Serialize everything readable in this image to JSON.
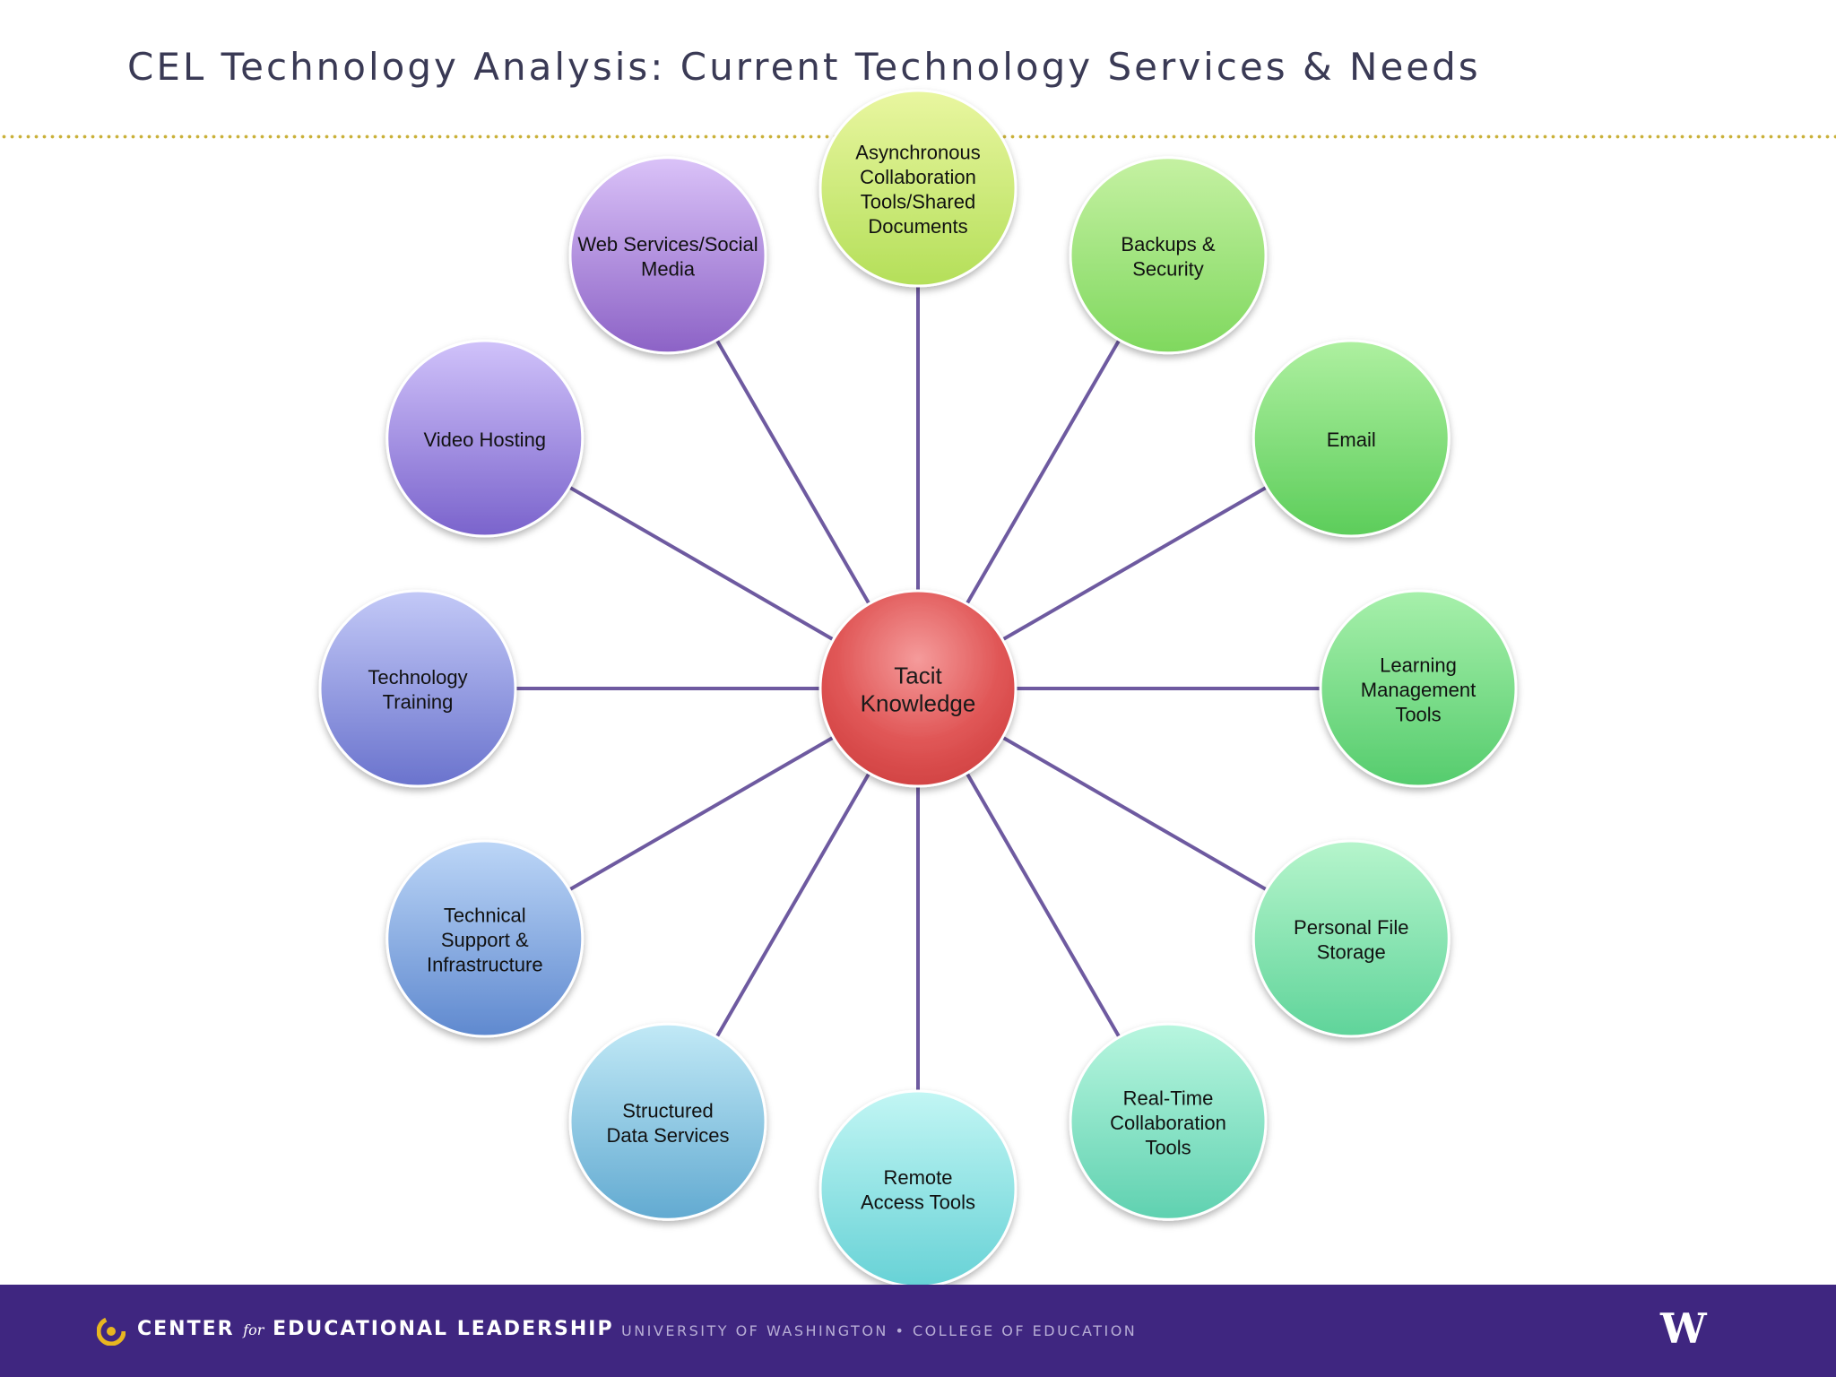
{
  "title": "CEL Technology Analysis: Current Technology Services & Needs",
  "diagram": {
    "center": {
      "label": [
        "Tacit",
        "Knowledge"
      ],
      "color": "#e05656"
    },
    "nodes": [
      {
        "id": "async-collab",
        "label": [
          "Asynchronous",
          "Collaboration",
          "Tools/Shared",
          "Documents"
        ],
        "colors": [
          "#e9f6a0",
          "#b4df59"
        ]
      },
      {
        "id": "backups-security",
        "label": [
          "Backups &",
          "Security"
        ],
        "colors": [
          "#c5f1a2",
          "#7fd85e"
        ]
      },
      {
        "id": "email",
        "label": [
          "Email"
        ],
        "colors": [
          "#aef0a0",
          "#5ccd5a"
        ]
      },
      {
        "id": "lms",
        "label": [
          "Learning",
          "Management",
          "Tools"
        ],
        "colors": [
          "#a7f0ab",
          "#55cc6d"
        ]
      },
      {
        "id": "personal-file-storage",
        "label": [
          "Personal File",
          "Storage"
        ],
        "colors": [
          "#b6f5cc",
          "#5fd49a"
        ]
      },
      {
        "id": "realtime-collab",
        "label": [
          "Real-Time",
          "Collaboration",
          "Tools"
        ],
        "colors": [
          "#b8f6df",
          "#5fd1b0"
        ]
      },
      {
        "id": "remote-access",
        "label": [
          "Remote",
          "Access Tools"
        ],
        "colors": [
          "#c2f6f4",
          "#67d2d6"
        ]
      },
      {
        "id": "structured-data",
        "label": [
          "Structured",
          "Data Services"
        ],
        "colors": [
          "#c1e9f6",
          "#62aad1"
        ]
      },
      {
        "id": "tech-support",
        "label": [
          "Technical",
          "Support &",
          "Infrastructure"
        ],
        "colors": [
          "#bcd6f7",
          "#5f89cf"
        ]
      },
      {
        "id": "tech-training",
        "label": [
          "Technology",
          "Training"
        ],
        "colors": [
          "#c3c9f7",
          "#6a73cd"
        ]
      },
      {
        "id": "video-hosting",
        "label": [
          "Video Hosting"
        ],
        "colors": [
          "#d0c2fa",
          "#7a63cc"
        ]
      },
      {
        "id": "web-social",
        "label": [
          "Web Services/Social",
          "Media"
        ],
        "colors": [
          "#dac2f8",
          "#8c62c6"
        ]
      }
    ],
    "connector_color": "#6e5aa0"
  },
  "footer": {
    "logo_pre": "CENTER",
    "logo_for": "for",
    "logo_post": "EDUCATIONAL LEADERSHIP",
    "university": "UNIVERSITY OF WASHINGTON  •  COLLEGE OF EDUCATION",
    "uw_mark": "W",
    "background": "#3f2680"
  }
}
